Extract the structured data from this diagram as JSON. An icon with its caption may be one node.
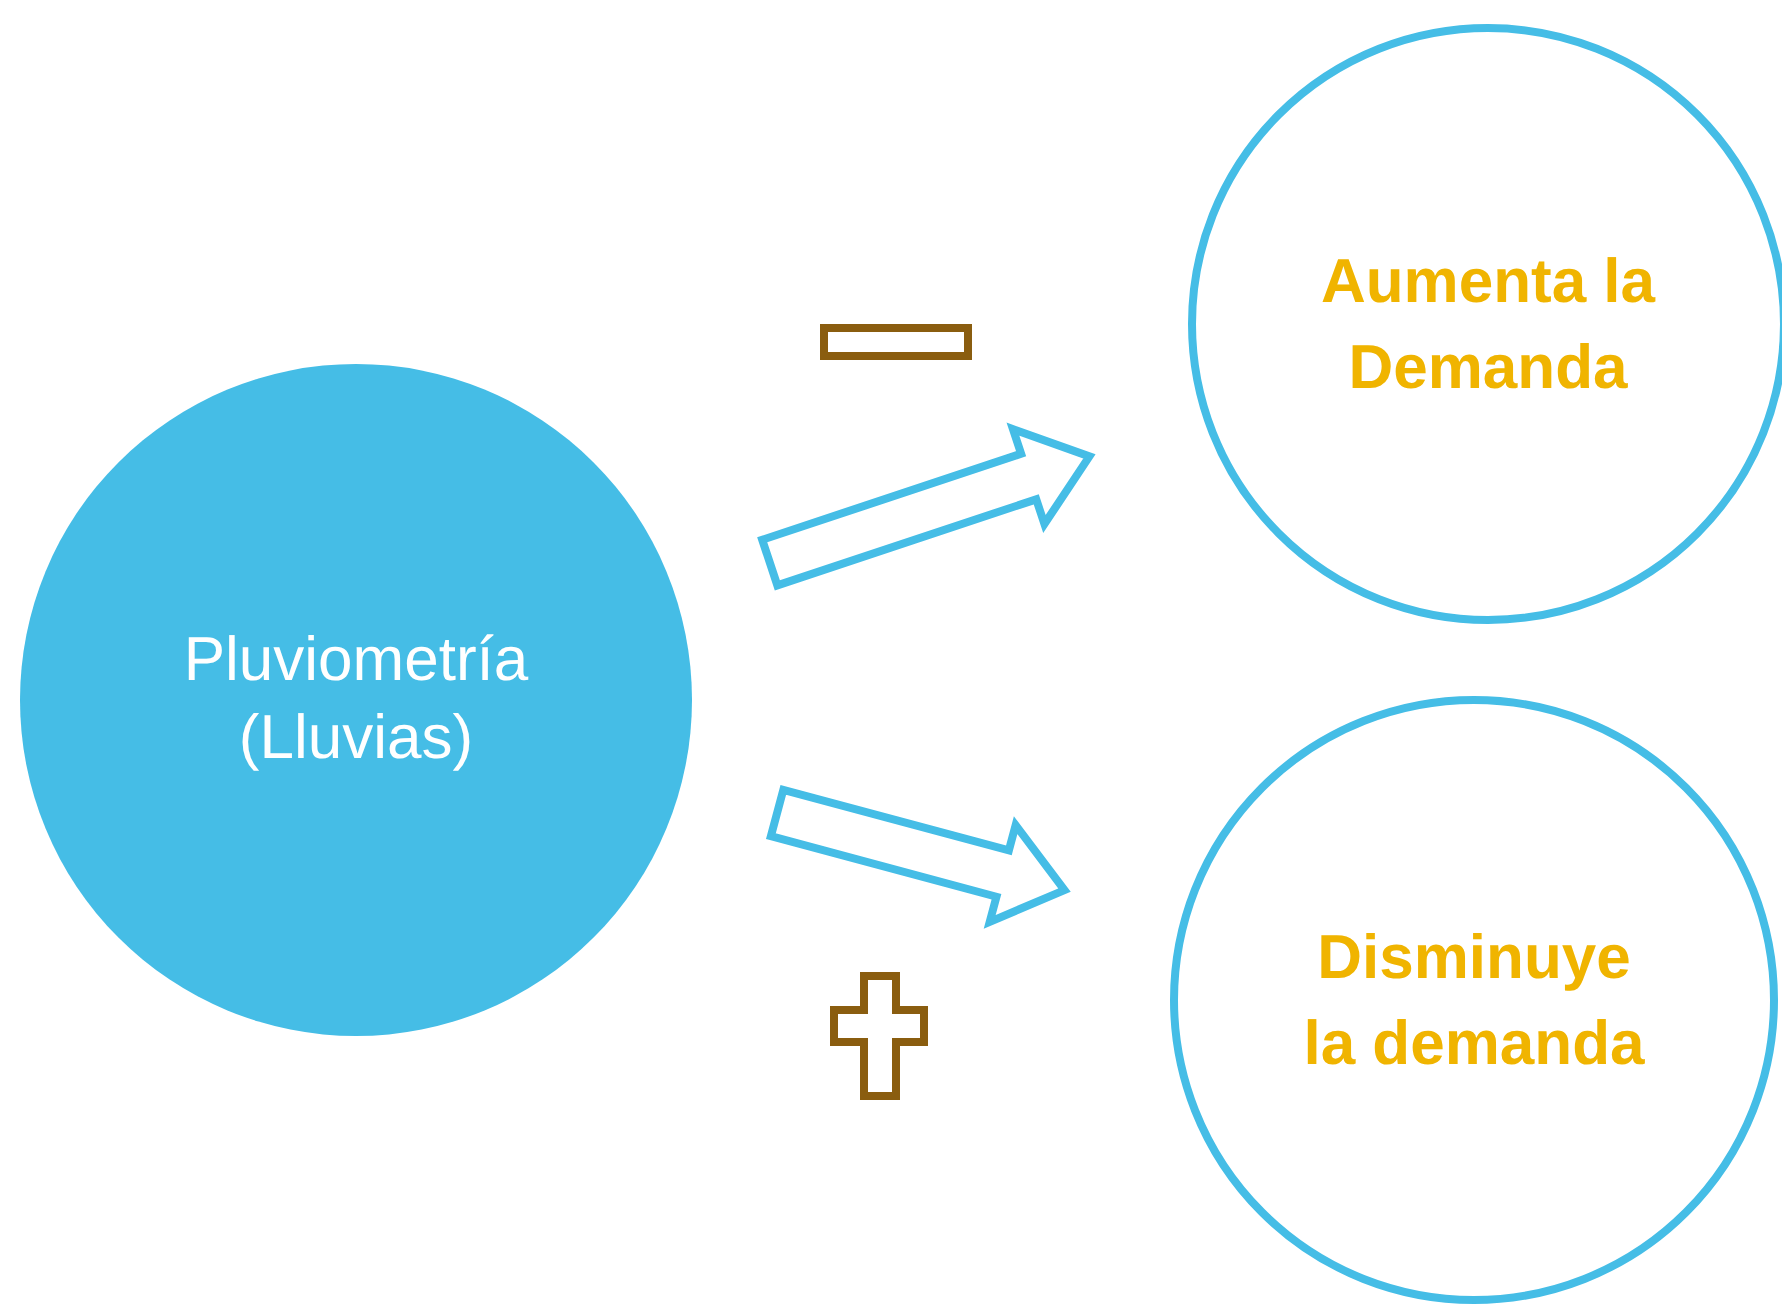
{
  "diagram": {
    "nodes": [
      {
        "text": [
          "Pluviometría (Lluvias)"
        ]
      },
      {
        "text": [
          "Aumenta la Demanda"
        ]
      },
      {
        "text": [
          "Disminuye la demanda"
        ]
      }
    ],
    "edges": [
      {
        "from": 0,
        "to": 1,
        "arrow": "to"
      },
      {
        "from": 0,
        "to": 2,
        "arrow": "to"
      }
    ]
  }
}
